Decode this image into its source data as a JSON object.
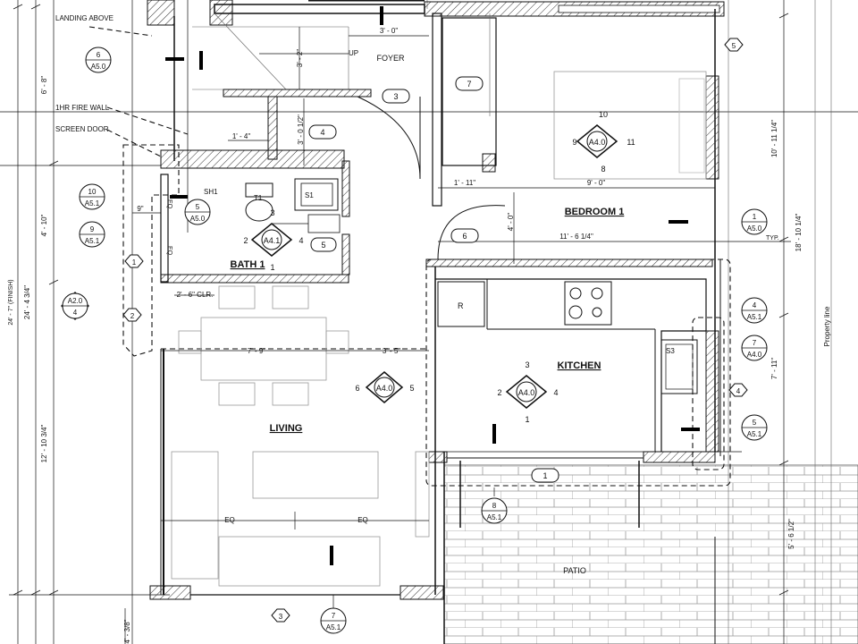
{
  "rooms": {
    "foyer": "FOYER",
    "bedroom": "BEDROOM 1",
    "bath": "BATH 1",
    "kitchen": "KITCHEN",
    "living": "LIVING",
    "patio": "PATIO"
  },
  "notes": {
    "landing_above": "LANDING ABOVE",
    "fire_wall": "1HR FIRE WALL",
    "screen_door": "SCREEN DOOR",
    "property_line": "Property line",
    "typ": "TYP.",
    "up": "UP",
    "fixture_sh1": "SH1",
    "fixture_t1": "T1",
    "fixture_s1": "S1",
    "fixture_s3": "S3",
    "fridge_r": "R"
  },
  "dimensions": {
    "d_3_0": "3' - 0\"",
    "d_3_2": "3' - 2\"",
    "d_6_8": "6' - 8\"",
    "d_3_0_half": "3' - 0 1/2\"",
    "d_1_4": "1' - 4\"",
    "d_1_11": "1' - 11\"",
    "d_9_0": "9' - 0\"",
    "d_4_0": "4' - 0\"",
    "d_11_6q": "11' - 6 1/4\"",
    "d_10_11q": "10' - 11 1/4\"",
    "d_18_10q": "18' - 10 1/4\"",
    "d_9in": "9\"",
    "d_4_10": "4' - 10\"",
    "d_2_6clr": "2' - 6\" CLR.",
    "d_7_9": "7' - 9\"",
    "d_3_5": "3' - 5\"",
    "d_7_11": "7' - 11\"",
    "d_12_10": "12' - 10 3/4\"",
    "d_24_7": "24' - 7\" (FINISH)",
    "d_24_4": "24' - 4 3/4\"",
    "d_5_6": "5' - 6 1/2\"",
    "d_4_3": "4' - 3/8\"",
    "eq_left": "EQ",
    "eq_right": "EQ",
    "eq_v1": "EQ",
    "eq_v2": "EQ"
  },
  "callouts": {
    "c6": {
      "num": "6",
      "sheet": "A5.0"
    },
    "c10": {
      "num": "10",
      "sheet": "A5.1"
    },
    "c9": {
      "num": "9",
      "sheet": "A5.1"
    },
    "c5": {
      "num": "5",
      "sheet": "A5.0"
    },
    "c_a2": {
      "num": "A2.0",
      "sheet": "4"
    },
    "c1_bed": {
      "num": "1",
      "sheet": "A5.0"
    },
    "c4_r": {
      "num": "4",
      "sheet": "A5.1"
    },
    "c7_r": {
      "num": "7",
      "sheet": "A4.0"
    },
    "c5_r": {
      "num": "5",
      "sheet": "A5.1"
    },
    "c8": {
      "num": "8",
      "sheet": "A5.1"
    },
    "c7_b": {
      "num": "7",
      "sheet": "A5.1"
    }
  },
  "elevations": {
    "bed": {
      "label": "A4.0",
      "top": "10",
      "left": "9",
      "right": "11",
      "bottom": "8"
    },
    "bath": {
      "label": "A4.1",
      "top": "3",
      "left": "2",
      "right": "4",
      "bottom": "1"
    },
    "living": {
      "label": "A4.0",
      "left": "6",
      "right": "5"
    },
    "kitchen": {
      "label": "A4.0",
      "top": "3",
      "left": "2",
      "right": "4",
      "bottom": "1"
    }
  },
  "tags": {
    "door3": "3",
    "door4": "4",
    "door5": "5",
    "door6": "6",
    "door7": "7",
    "door1": "1",
    "w1": "1",
    "w2": "2",
    "w3": "3",
    "w4": "4",
    "w5": "5"
  }
}
